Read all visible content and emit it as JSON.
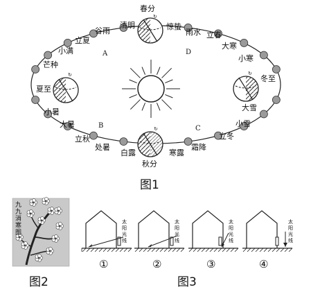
{
  "figure1": {
    "caption": "图1",
    "terms": [
      {
        "id": "chunfen",
        "label": "春分"
      },
      {
        "id": "jingzhe",
        "label": "惊蛰"
      },
      {
        "id": "yushui",
        "label": "雨水"
      },
      {
        "id": "lichun",
        "label": "立春"
      },
      {
        "id": "dahan",
        "label": "大寒"
      },
      {
        "id": "xiaohan",
        "label": "小寒"
      },
      {
        "id": "dongzhi",
        "label": "冬至"
      },
      {
        "id": "daxue",
        "label": "大雪"
      },
      {
        "id": "xiaoxue",
        "label": "小雪"
      },
      {
        "id": "lidong",
        "label": "立冬"
      },
      {
        "id": "shuangjiang",
        "label": "霜降"
      },
      {
        "id": "hanlu",
        "label": "寒露"
      },
      {
        "id": "qiufen",
        "label": "秋分"
      },
      {
        "id": "bailu",
        "label": "白露"
      },
      {
        "id": "chushu",
        "label": "处暑"
      },
      {
        "id": "liqiu",
        "label": "立秋"
      },
      {
        "id": "dashu",
        "label": "大暑"
      },
      {
        "id": "xiaoshu",
        "label": "小暑"
      },
      {
        "id": "xiazhi",
        "label": "夏至"
      },
      {
        "id": "mangzhong",
        "label": "芒种"
      },
      {
        "id": "xiaoman",
        "label": "小满"
      },
      {
        "id": "lixia",
        "label": "立夏"
      },
      {
        "id": "guyu",
        "label": "谷雨"
      },
      {
        "id": "qingming",
        "label": "清明"
      }
    ],
    "letters": [
      "A",
      "B",
      "C",
      "D"
    ]
  },
  "figure2": {
    "caption": "图2",
    "vertical_text": [
      "九",
      "九",
      "消",
      "寒",
      "图"
    ]
  },
  "figure3": {
    "caption": "图3",
    "sun_label": [
      "太",
      "阳",
      "光",
      "线"
    ],
    "panels": [
      "①",
      "②",
      "③",
      "④"
    ]
  }
}
